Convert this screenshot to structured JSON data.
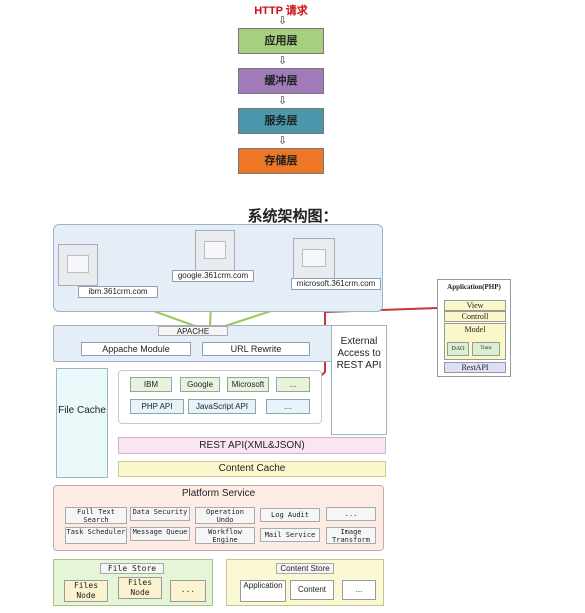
{
  "flow": {
    "request": "HTTP 请求",
    "layers": [
      {
        "label": "应用层",
        "color": "#a6cf7f"
      },
      {
        "label": "缓冲层",
        "color": "#a07ab9"
      },
      {
        "label": "服务层",
        "color": "#4a98ac"
      },
      {
        "label": "存储层",
        "color": "#ee7627"
      }
    ],
    "arrow": "⇩"
  },
  "diagram_title": "系统架构图：",
  "servers": {
    "items": [
      "ibm.361crm.com",
      "google.361crm.com",
      "microsoft.361crm.com"
    ]
  },
  "apache": {
    "title": "APACHE",
    "modules": [
      "Appache Module",
      "URL Rewrite"
    ]
  },
  "external": {
    "text": "External Access to REST API"
  },
  "app_php": {
    "title": "Application(PHP)",
    "view": "View",
    "controller": "Controll",
    "model": "Model",
    "dao": "DAO",
    "small": "Trans",
    "rest": "RestAPI"
  },
  "file_cache": {
    "label": "File Cache"
  },
  "api_buttons": {
    "row1": [
      "IBM",
      "Google",
      "Microsoft",
      "..."
    ],
    "row2": [
      "PHP API",
      "JavaScript API",
      "..."
    ]
  },
  "rest_api": "REST API(XML&JSON)",
  "content_cache": "Content Cache",
  "platform": {
    "title": "Platform Service",
    "row1": [
      "Full Text Search",
      "Data Security",
      "Operation Undo",
      "Log Audit",
      "..."
    ],
    "row2": [
      "Task Scheduler",
      "Message Queue",
      "Workflow Engine",
      "Mail Service",
      "Image Transform"
    ]
  },
  "file_store": {
    "title": "File Store",
    "nodes": [
      "Files Node",
      "Files Node",
      "..."
    ]
  },
  "content_store": {
    "title": "Content Store",
    "items": [
      "Application",
      "Content",
      "..."
    ]
  },
  "colors": {
    "layer_green": "#a6cf7f",
    "layer_purple": "#a07ab9",
    "layer_teal": "#4a98ac",
    "layer_orange": "#ee7627",
    "panel_blue": "#e5eef7",
    "connector_green": "#9fc55b",
    "connector_red": "#c13a3a"
  }
}
